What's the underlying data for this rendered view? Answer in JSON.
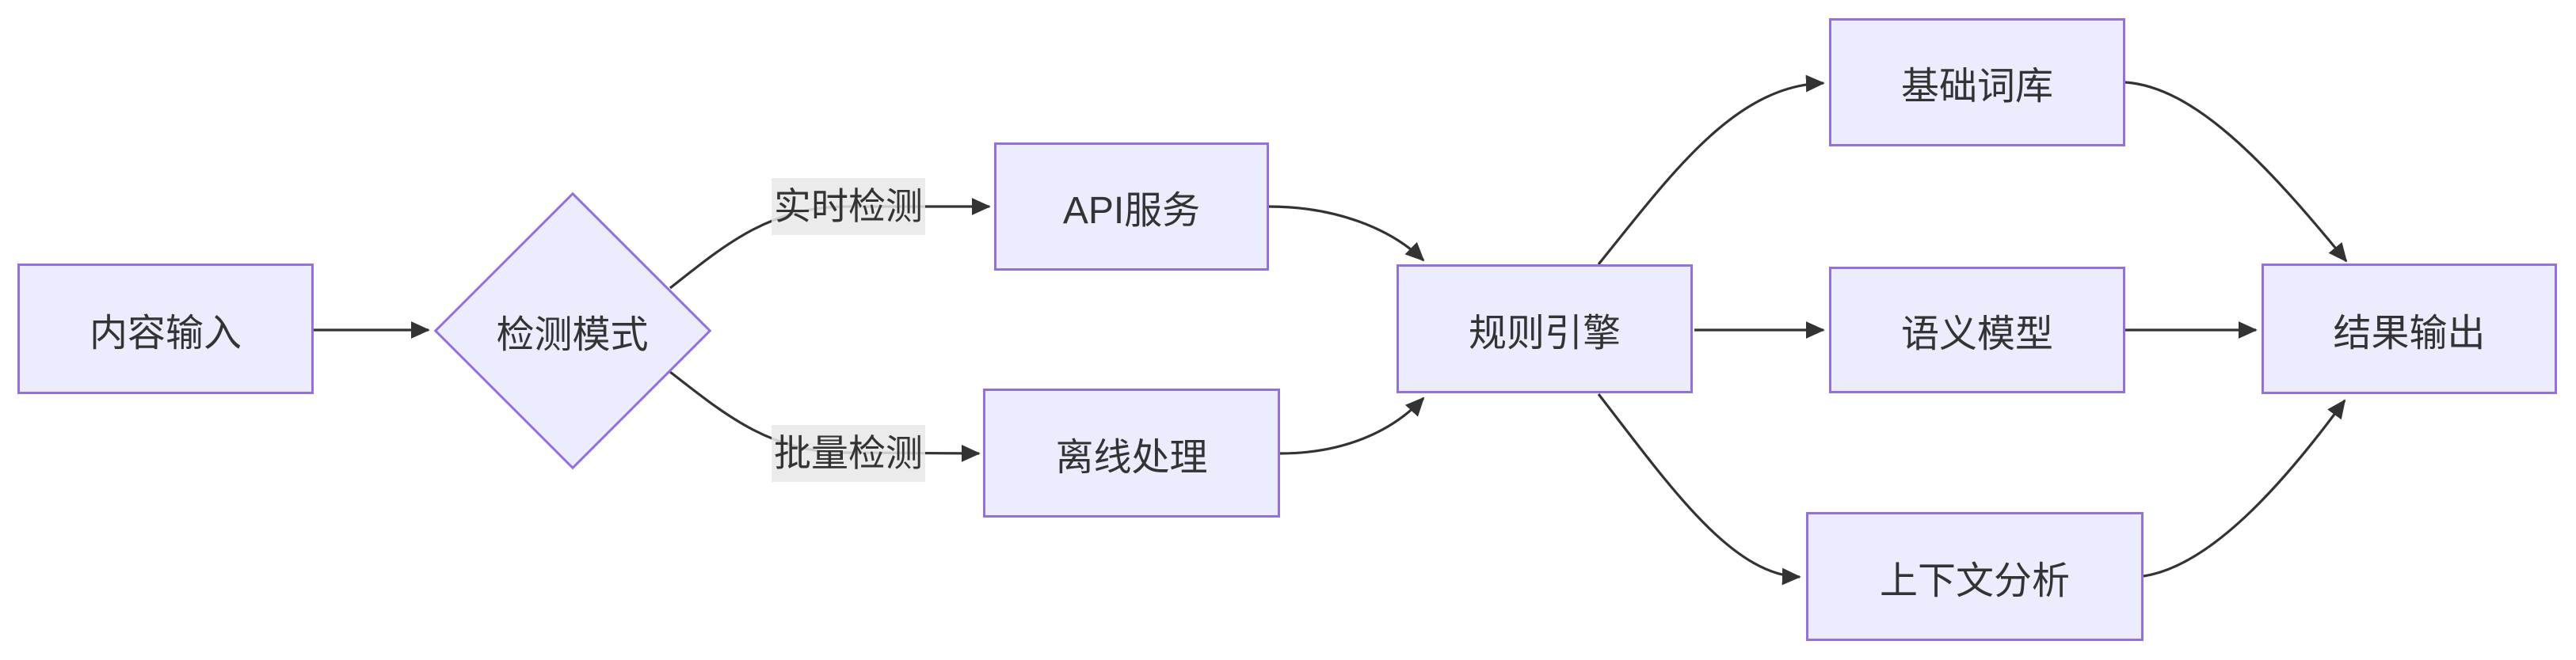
{
  "diagram": {
    "type": "flowchart",
    "direction": "left-to-right",
    "nodes": {
      "input": {
        "label": "内容输入",
        "shape": "rectangle"
      },
      "mode": {
        "label": "检测模式",
        "shape": "diamond"
      },
      "api": {
        "label": "API服务",
        "shape": "rectangle"
      },
      "offline": {
        "label": "离线处理",
        "shape": "rectangle"
      },
      "rules": {
        "label": "规则引擎",
        "shape": "rectangle"
      },
      "lexicon": {
        "label": "基础词库",
        "shape": "rectangle"
      },
      "semantic": {
        "label": "语义模型",
        "shape": "rectangle"
      },
      "context": {
        "label": "上下文分析",
        "shape": "rectangle"
      },
      "output": {
        "label": "结果输出",
        "shape": "rectangle"
      }
    },
    "edges": [
      {
        "from": "input",
        "to": "mode",
        "label": ""
      },
      {
        "from": "mode",
        "to": "api",
        "label": "实时检测"
      },
      {
        "from": "mode",
        "to": "offline",
        "label": "批量检测"
      },
      {
        "from": "api",
        "to": "rules",
        "label": ""
      },
      {
        "from": "offline",
        "to": "rules",
        "label": ""
      },
      {
        "from": "rules",
        "to": "lexicon",
        "label": ""
      },
      {
        "from": "rules",
        "to": "semantic",
        "label": ""
      },
      {
        "from": "rules",
        "to": "context",
        "label": ""
      },
      {
        "from": "lexicon",
        "to": "output",
        "label": ""
      },
      {
        "from": "semantic",
        "to": "output",
        "label": ""
      },
      {
        "from": "context",
        "to": "output",
        "label": ""
      }
    ],
    "colors": {
      "node_fill": "#ECECFF",
      "node_border": "#9370DB",
      "edge_line": "#333333",
      "edge_label_bg": "#e8e8e8",
      "text": "#333333",
      "background": "#ffffff"
    }
  }
}
